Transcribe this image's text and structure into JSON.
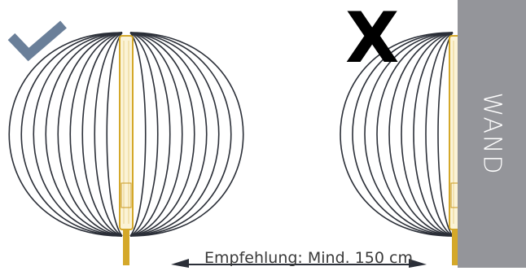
{
  "diagram": {
    "bad_marker": "X",
    "good_marker_icon": "checkmark-icon",
    "wall_label": "WAND",
    "recommendation_label": "Empfehlung: Mind. 150 cm",
    "colors": {
      "field_lines": "#2b2f38",
      "checkmark": "#6a7f99",
      "wall": "#94959a",
      "antenna_gold": "#d4a82a",
      "x_mark": "#000000"
    }
  }
}
